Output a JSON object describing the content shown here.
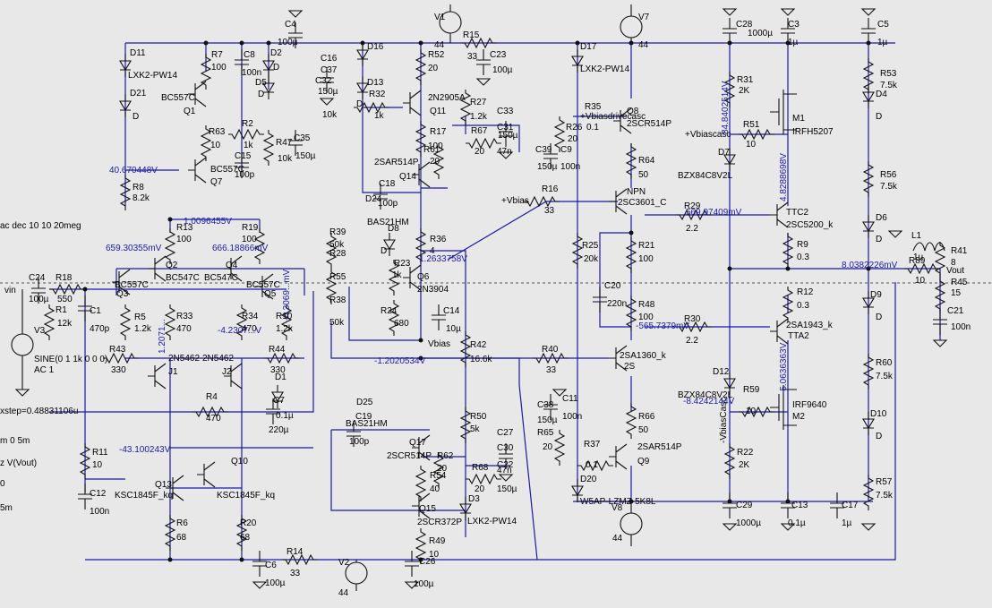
{
  "directives": {
    "ac": "ac dec 10 10 20meg",
    "xstep": "xstep=0.48831106u",
    "tran_partial": "m 0 5m",
    "probe_partial": "z V(Vout)",
    "zero_partial": "0",
    "fivem_partial": "5m",
    "source": "SINE(0 1 1k 0 0 0)",
    "ac1": "AC 1"
  },
  "labels": {
    "vin": "vin",
    "vout": "Vout",
    "vbias": "+Vbias",
    "vbias_plain": "Vbias",
    "vbiascasc": "+Vbiascasc",
    "vbiasdrivecasc": "+Vbiasdrivecasc",
    "neg_vbiascasc": "-VbiasCasc",
    "v44_1": "44",
    "v44_2": "44",
    "v44_3": "44",
    "v44_4": "44"
  },
  "net_values": [
    "40.670448V",
    "1.0096455V",
    "659.30355mV",
    "666.18866mV",
    "-4.2307...V",
    "-4.3069...mV",
    "-1.2020534V",
    "-43.100243V",
    "1.2633758V",
    "569.97409mV",
    "-565.7379mV",
    "8.0382226mV",
    "84.8402514V",
    "4.8288698V",
    "-5.0636363V",
    "-8.4242144V",
    "1.2071..."
  ],
  "components": {
    "C4": "C4",
    "C4v": "100µ",
    "D11": "D11",
    "D11m": "LXK2-PW14",
    "D21": "D21",
    "D21d": "D",
    "R7": "R7",
    "R7v": "100",
    "C8": "C8",
    "C8v": "100n",
    "D2": "D2",
    "D2d": "D",
    "D5": "D5",
    "D5d": "D",
    "Q1": "Q1",
    "Q1m": "BC557C",
    "R63": "R63",
    "R63v": "10",
    "R2": "R2",
    "R2v": "1k",
    "R47": "R47",
    "R47v": "10k",
    "C35": "C35",
    "C35v": "150µ",
    "C15": "C15",
    "C15v": "100p",
    "Q7": "Q7",
    "Q7m": "BC557C",
    "R8": "R8",
    "R8v": "8.2k",
    "C16": "C16",
    "C37": "C37",
    "C32": "C32",
    "C32v": "150µ",
    "R1x": "10k",
    "D16": "D16",
    "D13": "D13",
    "D13d": "D",
    "R32": "R32",
    "R32v": "1k",
    "V1": "V1",
    "R15": "R15",
    "R15v": "33",
    "C23": "C23",
    "C23v": "100µ",
    "R52": "R52",
    "R52v": "20",
    "Q11": "Q11",
    "Q11m": "2N2905A",
    "R27": "R27",
    "R27v": "1.2k",
    "C33": "C33",
    "C33v": "150µ",
    "R17": "R17",
    "R17v": "100",
    "R61": "R61",
    "R61v": "20",
    "R67": "R67",
    "R67v": "20",
    "C31": "C31",
    "C31v": "47n",
    "C39": "C39",
    "C39v": "150µ",
    "C9": "C9",
    "C9v": "100n",
    "Q14": "Q14",
    "Q14m": "2SAR514P",
    "C18": "C18",
    "C18v": "100p",
    "D24": "D24",
    "D24m": "BAS21HM",
    "D17": "D17",
    "D17m": "LXK2-PW14",
    "R35": "R35",
    "R35v": "0.1",
    "R26": "R26",
    "R26v": "20",
    "Q8": "Q8",
    "Q8m": "2SCR514P",
    "V7": "V7",
    "R64": "R64",
    "R64v": "50",
    "C28": "C28",
    "C28v": "1000µ",
    "C3": "C3",
    "C3v": "1µ",
    "C5": "C5",
    "C5v": "1µ",
    "R31": "R31",
    "R31v": "2K",
    "M1": "M1",
    "M1m": "IRFH5207",
    "R51": "R51",
    "R51v": "10",
    "D7": "D7",
    "D7m": "BZX84C8V2L",
    "R53": "R53",
    "R53v": "7.5k",
    "D4": "D4",
    "D4d": "D",
    "R56": "R56",
    "R56v": "7.5k",
    "D6": "D6",
    "D6d": "D",
    "Q2": "Q2",
    "Q2m": "BC547C",
    "Q3": "Q3",
    "Q3m": "BC557C",
    "Q4": "Q4",
    "Q4m": "BC547C",
    "Q5": "Q5",
    "Q5m": "BC557C",
    "R13": "R13",
    "R13v": "100",
    "R19": "R19",
    "R19v": "100",
    "R39": "R39",
    "R28": "R28",
    "R55": "R55",
    "R38": "R38",
    "R38v": "50k",
    "R39v": "50k",
    "D8": "D8",
    "D8d": "D",
    "R36": "R36",
    "R36v": "4",
    "R23": "R23",
    "R23v": "1k",
    "Q6": "Q6",
    "Q6m": "2N3904",
    "R16": "R16",
    "R16v": "33",
    "NPN": "NPN",
    "Q_npn": "2SC3601_C",
    "R29": "R29",
    "R29v": "2.2",
    "TTC2": "TTC2",
    "TTC2m": "2SC5200_k",
    "R9": "R9",
    "R9v": "0.3",
    "L1": "L1",
    "L1v": "1µ",
    "R89": "R89",
    "R89v": "10",
    "R41": "R41",
    "R41v": "8",
    "R45": "R45",
    "R45v": "15",
    "C21": "C21",
    "C21v": "100n",
    "C24": "C24",
    "C24v": "100µ",
    "R18": "R18",
    "R18v": "550",
    "R1": "R1",
    "R1v": "12k",
    "C1": "C1",
    "C1v": "470p",
    "V3": "V3",
    "R5": "R5",
    "R5v": "1.2k",
    "R33": "R33",
    "R33v": "470",
    "R34": "R34",
    "R34v": "470",
    "R10": "R10",
    "R10v": "1.2k",
    "R24": "R24",
    "R24v": "680",
    "C14": "C14",
    "C14v": "10µ",
    "R25": "R25",
    "R25v": "20k",
    "R21": "R21",
    "R21v": "100",
    "C20": "C20",
    "C20v": "220n",
    "R48": "R48",
    "R48v": "100",
    "R30": "R30",
    "R30v": "2.2",
    "TTA2": "TTA2",
    "TTA2m": "2SA1943_k",
    "R12": "R12",
    "R12v": "0.3",
    "D9": "D9",
    "D9d": "D",
    "R43": "R43",
    "R43v": "330",
    "J1": "J1",
    "J1m": "2N5462",
    "J2": "J2",
    "J2m": "2N5462",
    "R44": "R44",
    "R44v": "330",
    "R42": "R42",
    "R42v": "16.6k",
    "R40": "R40",
    "R40v": "33",
    "Q_2s": "2SA1360_k",
    "Q_2s2": "2S",
    "R60": "R60",
    "R60v": "7.5k",
    "R4": "R4",
    "R4v": "470",
    "D1": "D1",
    "C7": "C7",
    "C7v": "220µ",
    "C7b": "0.1µ",
    "D25": "D25",
    "D25m": "BAS21HM",
    "C19": "C19",
    "C19v": "100p",
    "D12": "D12",
    "D12m": "BZX84C8V2L",
    "R59": "R59",
    "R59v": "10",
    "M2": "M2",
    "M2m": "IRF9640",
    "D10": "D10",
    "D10d": "D",
    "C38": "C38",
    "C38v": "150µ",
    "C11": "C11",
    "C11v": "100n",
    "R65": "R65",
    "R65v": "20",
    "R66": "R66",
    "R66v": "50",
    "R50": "R50",
    "R50v": "5k",
    "C27": "C27",
    "C27v": "150µ",
    "C30": "C30",
    "C30v": "47n",
    "Q17": "Q17",
    "Q17m": "2SCR514P",
    "R62": "R62",
    "R62v": "20",
    "R37": "R37",
    "R37v": "0.1",
    "Q9": "Q9",
    "Q9m": "2SAR514P",
    "R11": "R11",
    "R11v": "10",
    "R54": "R54",
    "R54v": "40",
    "R68": "R68",
    "R68v": "20",
    "C22": "C22",
    "R22": "R22",
    "R22v": "2K",
    "D20": "D20",
    "D20m": "W5AP-LZMZ-5K8L",
    "C12": "C12",
    "C12v": "100n",
    "Q13": "Q13",
    "Q13m": "KSC1845F_kq",
    "Q10": "Q10",
    "Q10m": "KSC1845F_kq",
    "D3": "D3",
    "D3m": "LXK2-PW14",
    "Q15": "Q15",
    "Q15m": "2SCR372P",
    "R57": "R57",
    "R57v": "7.5k",
    "R6": "R6",
    "R6v": "68",
    "R20": "R20",
    "R20v": "68",
    "R49": "R49",
    "R49v": "10",
    "C26": "C26",
    "C26v": "100µ",
    "V8": "V8",
    "C29": "C29",
    "C29v": "1000µ",
    "C13": "C13",
    "C13v": "0.1µ",
    "C17": "C17",
    "C17v": "1µ",
    "R14": "R14",
    "R14v": "33",
    "V2": "V2",
    "C6": "C6",
    "C6v": "100µ"
  }
}
